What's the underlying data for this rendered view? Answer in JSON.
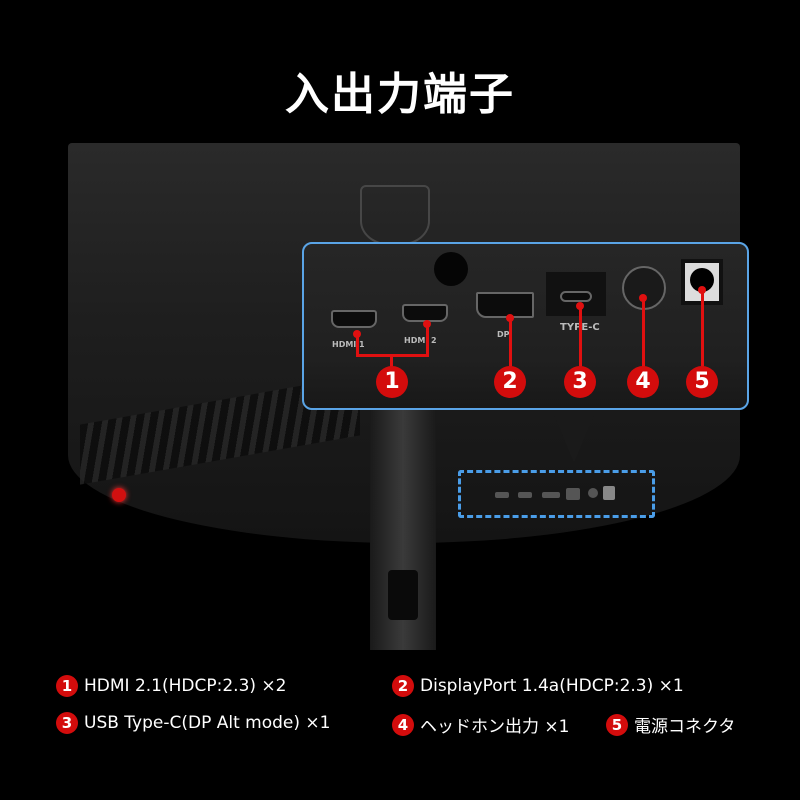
{
  "title": "入出力端子",
  "ports": {
    "hdmi1": "HDMI 1",
    "hdmi2": "HDMI 2",
    "dp": "DP",
    "typec": "TYPE-C"
  },
  "badges": [
    "1",
    "2",
    "3",
    "4",
    "5"
  ],
  "legend": [
    {
      "num": "1",
      "text": "HDMI 2.1(HDCP:2.3) ×2"
    },
    {
      "num": "2",
      "text": "DisplayPort 1.4a(HDCP:2.3) ×1"
    },
    {
      "num": "3",
      "text": "USB Type-C(DP Alt mode) ×1"
    },
    {
      "num": "4",
      "text": "ヘッドホン出力 ×1"
    },
    {
      "num": "5",
      "text": "電源コネクタ"
    }
  ],
  "colors": {
    "badge": "#d30c0c",
    "callout_border": "#5aa4e6",
    "dashed": "#4a9de8"
  }
}
